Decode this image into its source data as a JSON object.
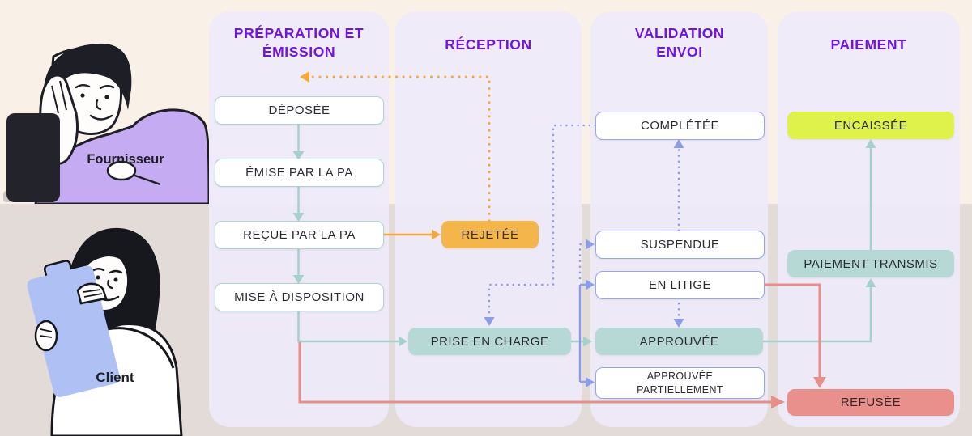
{
  "columns": [
    {
      "label": "PRÉPARATION ET ÉMISSION"
    },
    {
      "label": "RÉCEPTION"
    },
    {
      "label": "VALIDATION ENVOI"
    },
    {
      "label": "PAIEMENT"
    }
  ],
  "actors": [
    {
      "label": "Fournisseur"
    },
    {
      "label": "Client"
    }
  ],
  "nodes": {
    "deposee": {
      "label": "DÉPOSÉE",
      "column": "PRÉPARATION ET ÉMISSION",
      "style": "white-teal-border"
    },
    "emise": {
      "label": "ÉMISE PAR LA PA",
      "column": "PRÉPARATION ET ÉMISSION",
      "style": "white-teal-border"
    },
    "recue": {
      "label": "REÇUE PAR LA PA",
      "column": "PRÉPARATION ET ÉMISSION",
      "style": "white-teal-border"
    },
    "mise": {
      "label": "MISE À DISPOSITION",
      "column": "PRÉPARATION ET ÉMISSION",
      "style": "white-teal-border"
    },
    "rejetee": {
      "label": "REJETÉE",
      "column": "RÉCEPTION",
      "style": "orange-fill"
    },
    "prise": {
      "label": "PRISE EN CHARGE",
      "column": "RÉCEPTION",
      "style": "teal-fill"
    },
    "completee": {
      "label": "COMPLÉTÉE",
      "column": "VALIDATION ENVOI",
      "style": "white-periwinkle-border"
    },
    "suspendue": {
      "label": "SUSPENDUE",
      "column": "VALIDATION ENVOI",
      "style": "white-periwinkle-border"
    },
    "enlitige": {
      "label": "EN LITIGE",
      "column": "VALIDATION ENVOI",
      "style": "white-periwinkle-border"
    },
    "approuvee": {
      "label": "APPROUVÉE",
      "column": "VALIDATION ENVOI",
      "style": "teal-fill"
    },
    "approuveepart": {
      "label": "APPROUVÉE PARTIELLEMENT",
      "column": "VALIDATION ENVOI",
      "style": "white-periwinkle-border"
    },
    "encaissee": {
      "label": "ENCAISSÉE",
      "column": "PAIEMENT",
      "style": "green-fill"
    },
    "paiementtransmis": {
      "label": "PAIEMENT TRANSMIS",
      "column": "PAIEMENT",
      "style": "teal-fill"
    },
    "refusee": {
      "label": "REFUSÉE",
      "column": "PAIEMENT",
      "style": "red-fill"
    }
  },
  "edges": [
    {
      "from": "deposee",
      "to": "emise",
      "color": "teal",
      "style": "solid"
    },
    {
      "from": "emise",
      "to": "recue",
      "color": "teal",
      "style": "solid"
    },
    {
      "from": "recue",
      "to": "mise",
      "color": "teal",
      "style": "solid"
    },
    {
      "from": "mise",
      "to": "prise",
      "color": "teal",
      "style": "solid"
    },
    {
      "from": "recue",
      "to": "rejetee",
      "color": "orange",
      "style": "solid"
    },
    {
      "from": "rejetee",
      "to": "preparation-top",
      "color": "orange",
      "style": "dotted"
    },
    {
      "from": "completee",
      "to": "prise",
      "color": "periwinkle",
      "style": "dotted"
    },
    {
      "from": "suspendue",
      "to": "completee",
      "color": "periwinkle",
      "style": "dotted"
    },
    {
      "from": "enlitige",
      "to": "suspendue",
      "color": "periwinkle",
      "style": "dotted"
    },
    {
      "from": "enlitige",
      "to": "approuvee",
      "color": "periwinkle",
      "style": "dotted"
    },
    {
      "from": "prise",
      "to": "enlitige",
      "color": "periwinkle",
      "style": "solid"
    },
    {
      "from": "prise",
      "to": "approuveepart",
      "color": "periwinkle",
      "style": "solid"
    },
    {
      "from": "prise",
      "to": "approuvee",
      "color": "teal",
      "style": "solid"
    },
    {
      "from": "approuvee",
      "to": "paiementtransmis",
      "color": "teal",
      "style": "solid"
    },
    {
      "from": "paiementtransmis",
      "to": "encaissee",
      "color": "teal",
      "style": "solid"
    },
    {
      "from": "enlitige",
      "to": "refusee",
      "color": "red",
      "style": "solid"
    },
    {
      "from": "mise",
      "to": "refusee",
      "color": "red",
      "style": "solid"
    }
  ],
  "colors": {
    "header_text": "#7015E0",
    "background_top": "#F9F1E8",
    "background_bottom": "#E2DBD7",
    "panel": "#EEEAF8",
    "line_teal": "#A6D0CC",
    "line_periwinkle": "#8C9DE8",
    "line_orange": "#F3A83E",
    "line_red": "#E88E88",
    "box_orange": "#F4B54A",
    "box_teal": "#B7D9D5",
    "box_green": "#DFF24B",
    "box_red": "#E9908C"
  }
}
